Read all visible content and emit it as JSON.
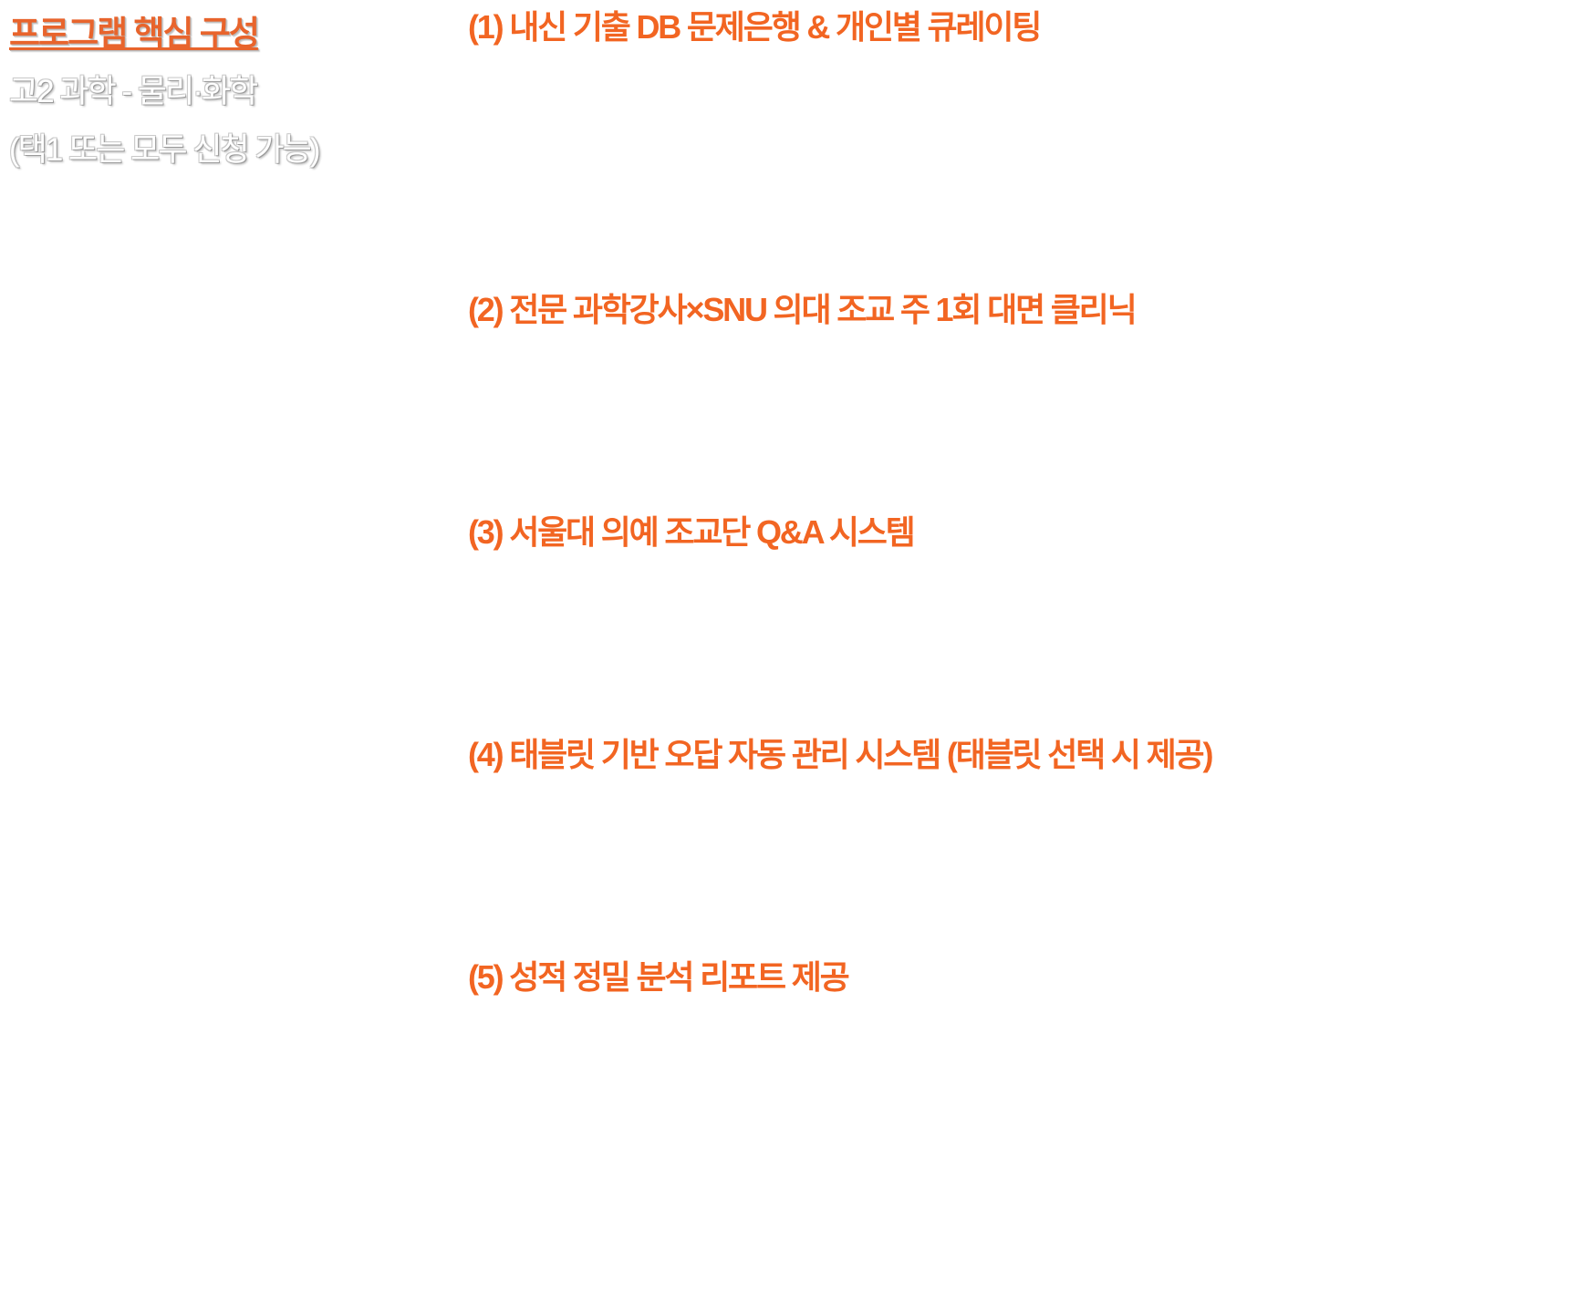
{
  "program": {
    "title": "프로그램 핵심 구성",
    "subtitle": "고2 과학 - 물리·화학",
    "note": "(택1 또는 모두 신청 가능)"
  },
  "features": [
    "(1) 내신 기출 DB 문제은행 & 개인별 큐레이팅",
    "(2) 전문 과학강사×SNU 의대 조교 주 1회 대면 클리닉",
    "(3) 서울대 의예 조교단 Q&A 시스템",
    "(4) 태블릿 기반 오답 자동 관리 시스템 (태블릿 선택 시 제공)",
    "(5) 성적 정밀 분석 리포트 제공"
  ],
  "colors": {
    "accent": "#f26522",
    "title": "#e8642c",
    "background": "#ffffff"
  }
}
